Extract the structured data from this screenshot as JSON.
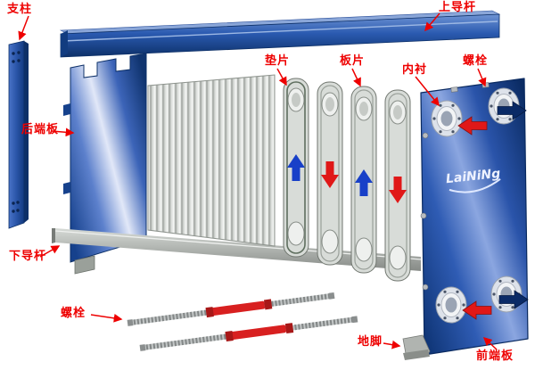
{
  "diagram": {
    "type": "exploded-view-plate-heat-exchanger",
    "brand": "LaiNiNg",
    "colors": {
      "label_red": "#ee0000",
      "deep_blue": "#16418c",
      "navy_arrow": "#0a2a66",
      "red_arrow": "#e01818",
      "blue_arrow": "#1840c8",
      "plate_gray": "#d8dcd8",
      "rod_gray": "#aeb2ae"
    },
    "labels": [
      {
        "id": "support-column",
        "text": "支柱"
      },
      {
        "id": "upper-guide-bar",
        "text": "上导杆"
      },
      {
        "id": "gasket",
        "text": "垫片"
      },
      {
        "id": "plate",
        "text": "板片"
      },
      {
        "id": "liner",
        "text": "内衬"
      },
      {
        "id": "bolt-top",
        "text": "螺栓"
      },
      {
        "id": "rear-end-plate",
        "text": "后端板"
      },
      {
        "id": "lower-guide-bar",
        "text": "下导杆"
      },
      {
        "id": "bolt-bottom",
        "text": "螺栓"
      },
      {
        "id": "foot",
        "text": "地脚"
      },
      {
        "id": "front-end-plate",
        "text": "前端板"
      }
    ]
  }
}
